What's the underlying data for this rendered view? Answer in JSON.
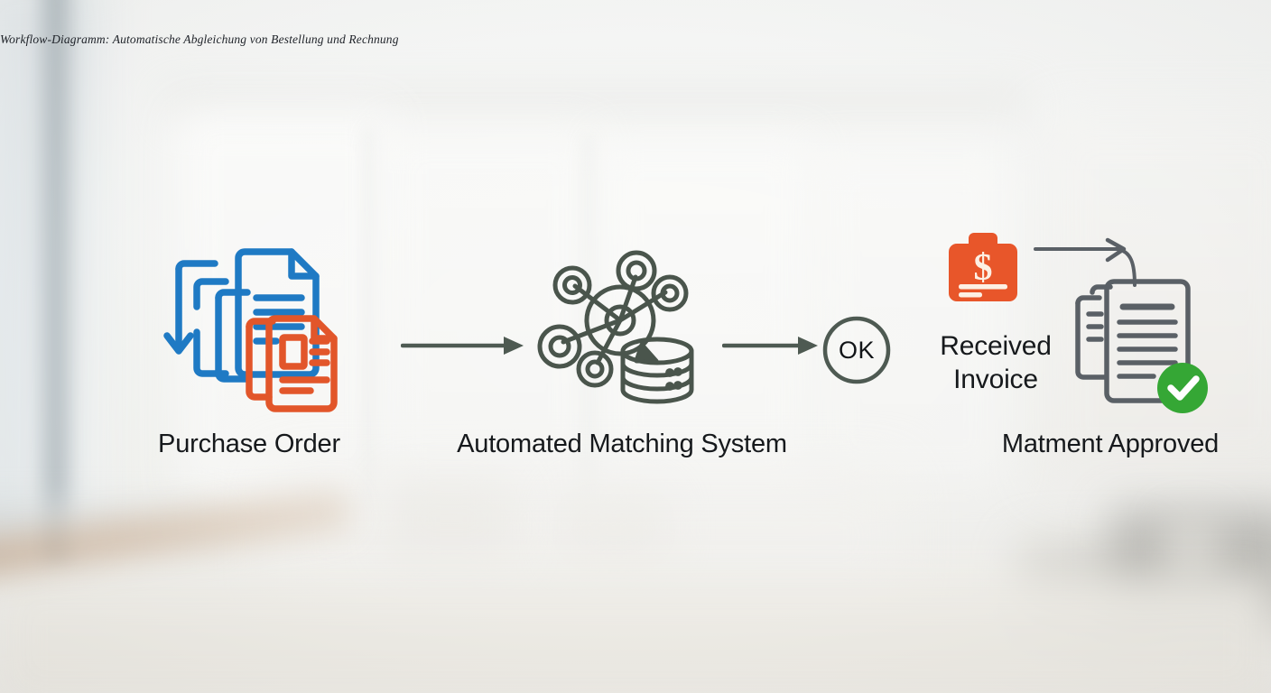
{
  "caption": "Workflow-Diagramm: Automatische Abgleichung von Bestellung und Rechnung",
  "diagram": {
    "title_language": "de",
    "nodes": [
      {
        "id": "purchase-order",
        "label": "Purchase Order",
        "icon": "documents-exchange-icon",
        "colors": {
          "primary": "#1f7ac4",
          "secondary": "#e2562a"
        }
      },
      {
        "id": "automated-matching-system",
        "label": "Automated Matching System",
        "icon": "network-database-icon",
        "colors": {
          "primary": "#4a554c"
        }
      },
      {
        "id": "received-invoice",
        "label": "Received\nInvoice",
        "label_line1": "Received",
        "label_line2": "Invoice",
        "icon": "invoice-briefcase-icon",
        "colors": {
          "primary": "#e8562a"
        }
      },
      {
        "id": "payment-approved",
        "label": "Matment Approved",
        "icon": "approved-documents-icon",
        "colors": {
          "primary": "#5a6066",
          "accent": "#35a735"
        }
      }
    ],
    "connectors": [
      {
        "id": "arrow-po-to-matching",
        "from": "purchase-order",
        "to": "automated-matching-system",
        "style": "straight-arrow",
        "color": "#4e5a52"
      },
      {
        "id": "arrow-matching-to-ok",
        "from": "automated-matching-system",
        "to": "ok-check",
        "style": "straight-arrow",
        "color": "#4e5a52"
      },
      {
        "id": "arrow-invoice-to-approved",
        "from": "received-invoice",
        "to": "payment-approved",
        "style": "curved-arrow-down",
        "color": "#5a6066"
      }
    ],
    "status_marker": {
      "id": "ok-check",
      "text": "OK",
      "shape": "circle-outline",
      "color": "#4e5a52"
    }
  },
  "palette": {
    "blue": "#1f7ac4",
    "orange": "#e2562a",
    "orange_bright": "#e8562a",
    "slate": "#4e5a52",
    "gray": "#5a6066",
    "green": "#35a735",
    "text": "#16191c"
  }
}
